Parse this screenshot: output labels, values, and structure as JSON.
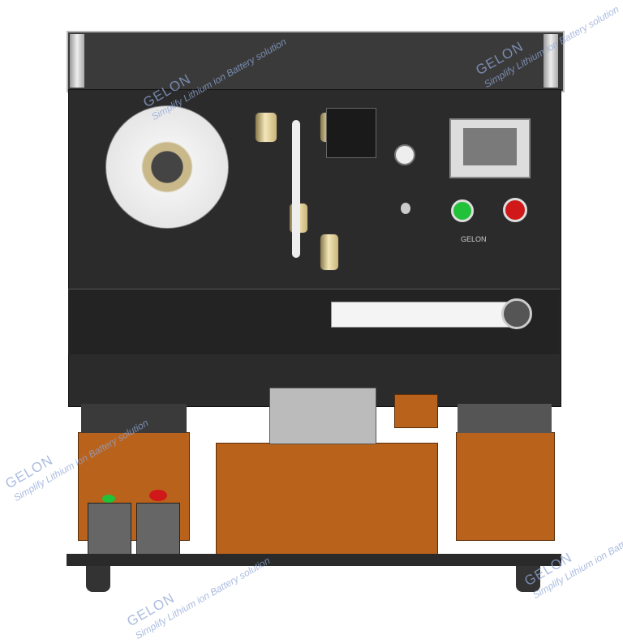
{
  "watermark": {
    "brand": "GELON",
    "tagline": "Simplify Lithium ion Battery solution",
    "color": "#8fa6d6"
  },
  "machine": {
    "panel_color": "#2b2b2b",
    "cabinet_color": "#b8621c",
    "panel_logo": "GELON",
    "start_button_color": "#22c13a",
    "stop_button_color": "#d01818"
  }
}
